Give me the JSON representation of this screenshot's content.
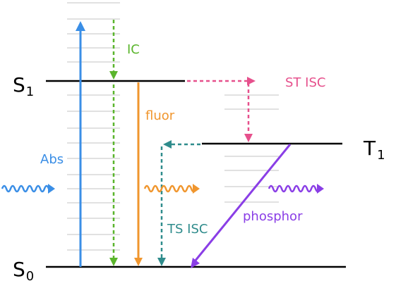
{
  "levels": {
    "s1": {
      "main": "S",
      "sub": "1"
    },
    "t1": {
      "main": "T",
      "sub": "1"
    },
    "s0": {
      "main": "S",
      "sub": "0"
    }
  },
  "processes": {
    "absorption": {
      "label": "Abs",
      "color": "#3a8ee6"
    },
    "internal_conversion": {
      "label": "IC",
      "color": "#5ab52c"
    },
    "fluorescence": {
      "label": "fluor",
      "color": "#f0962e"
    },
    "st_isc": {
      "label": "ST ISC",
      "color": "#e6508c"
    },
    "ts_isc": {
      "label": "TS ISC",
      "color": "#2f8c8c"
    },
    "phosphorescence": {
      "label": "phosphor",
      "color": "#8a3ee6"
    }
  },
  "icons": {
    "absorbed_photon": "wavy-photon-icon",
    "fluorescence_photon": "wavy-photon-icon",
    "phosphorescence_photon": "wavy-photon-icon"
  }
}
